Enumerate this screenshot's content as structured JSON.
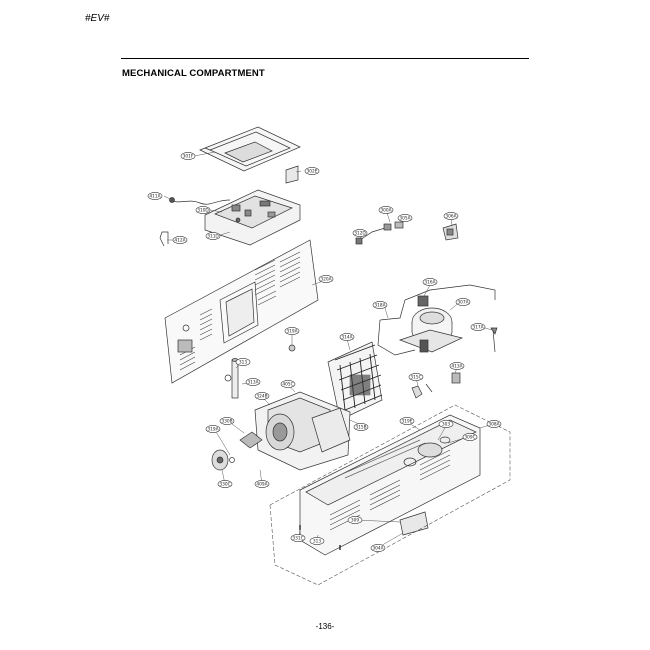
{
  "header": {
    "tag": "#EV#",
    "title": "MECHANICAL COMPARTMENT"
  },
  "footer": {
    "page_number": "-136-"
  },
  "callouts": [
    "301F",
    "302E",
    "411A",
    "310D",
    "311D",
    "412A",
    "300A",
    "305A",
    "306A",
    "312D",
    "316A",
    "318A",
    "307A",
    "317A",
    "320A",
    "319A",
    "314A",
    "313",
    "315C",
    "413A",
    "313A",
    "324B",
    "405C",
    "315B",
    "319E",
    "303",
    "308A",
    "309C",
    "330B",
    "319A",
    "330C",
    "409A",
    "309",
    "331C",
    "313",
    "304A"
  ]
}
